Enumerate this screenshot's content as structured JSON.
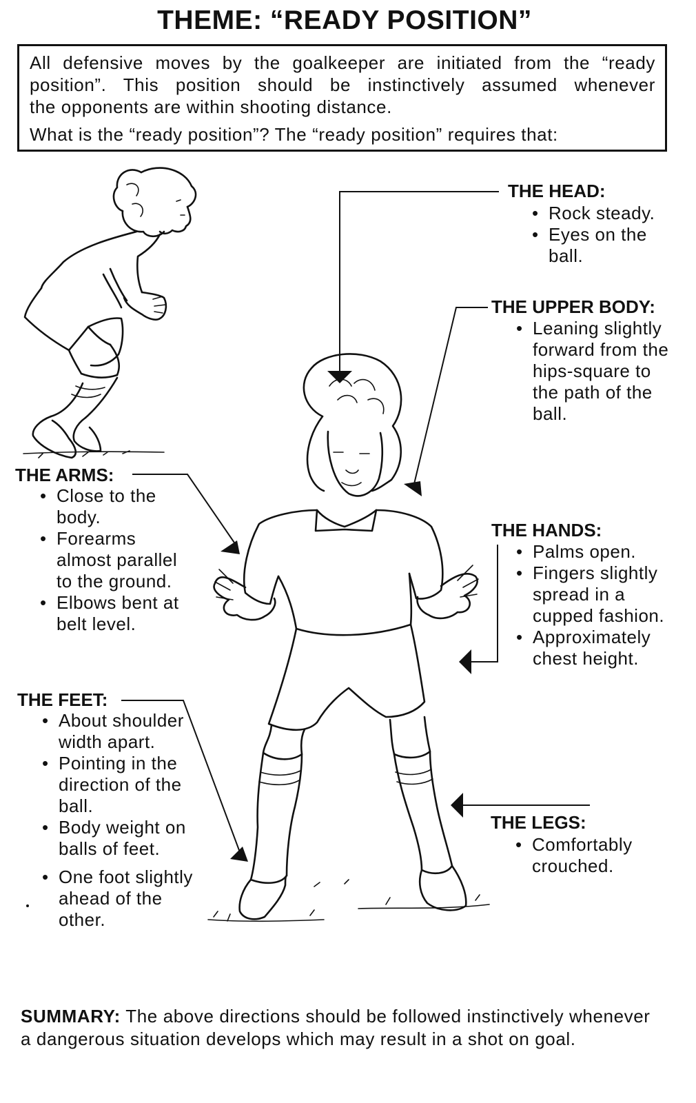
{
  "title": "THEME: “READY POSITION”",
  "intro": {
    "line1": "All defensive moves by the goalkeeper are initiated from the “ready",
    "line2": "position”. This position should be instinctively assumed whenever",
    "line3": "the opponents are within shooting distance.",
    "question": "What is the “ready position”? The “ready position” requires that:"
  },
  "sections": {
    "head": {
      "heading": "THE HEAD:",
      "points": [
        "Rock steady.",
        "Eyes on the ball."
      ]
    },
    "upper_body": {
      "heading": "THE UPPER BODY:",
      "points": [
        "Leaning slightly forward from the hips-square to the path of the ball."
      ]
    },
    "arms": {
      "heading": "THE ARMS:",
      "points": [
        "Close to the body.",
        "Forearms almost parallel to the ground.",
        "Elbows bent at belt level."
      ]
    },
    "hands": {
      "heading": "THE HANDS:",
      "points": [
        "Palms open.",
        "Fingers slightly spread in a cupped fashion.",
        "Approximately chest height."
      ]
    },
    "feet": {
      "heading": "THE FEET:",
      "points": [
        "About shoulder width apart.",
        "Pointing in the direction of the ball.",
        "Body weight on balls of feet.",
        "One foot slightly ahead of the other."
      ]
    },
    "legs": {
      "heading": "THE LEGS:",
      "points": [
        "Comfortably crouched."
      ]
    }
  },
  "summary": {
    "label": "SUMMARY:",
    "text": "The above directions should be followed instinctively whenever a dangerous situation develops which may result in a shot on goal."
  },
  "figures": {
    "side_view": "goalkeeper-side-view",
    "front_view": "goalkeeper-front-view"
  }
}
